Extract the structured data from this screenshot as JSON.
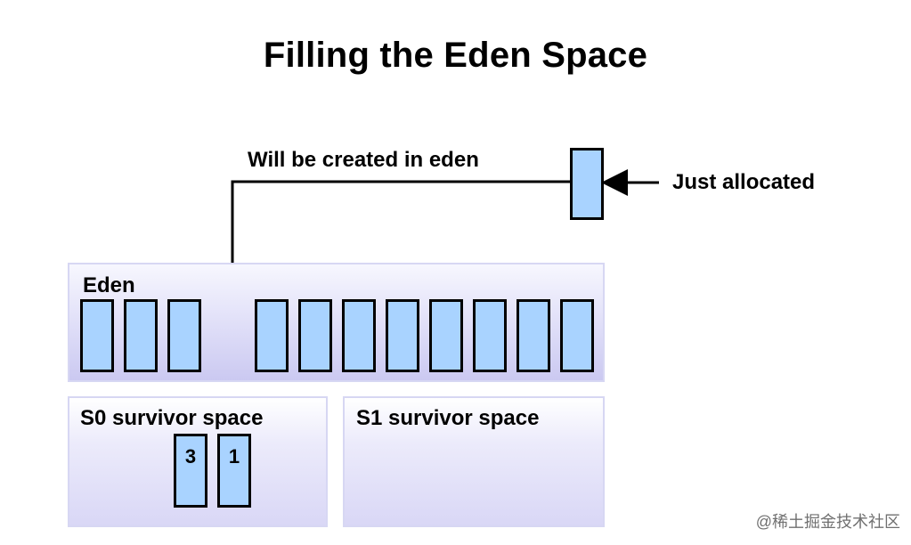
{
  "title": "Filling the Eden Space",
  "labels": {
    "will_be_created": "Will be created in eden",
    "just_allocated": "Just allocated"
  },
  "regions": {
    "eden": "Eden",
    "s0": "S0 survivor space",
    "s1": "S1 survivor space"
  },
  "s0_objects": [
    "3",
    "1"
  ],
  "watermark": "@稀土掘金技术社区"
}
